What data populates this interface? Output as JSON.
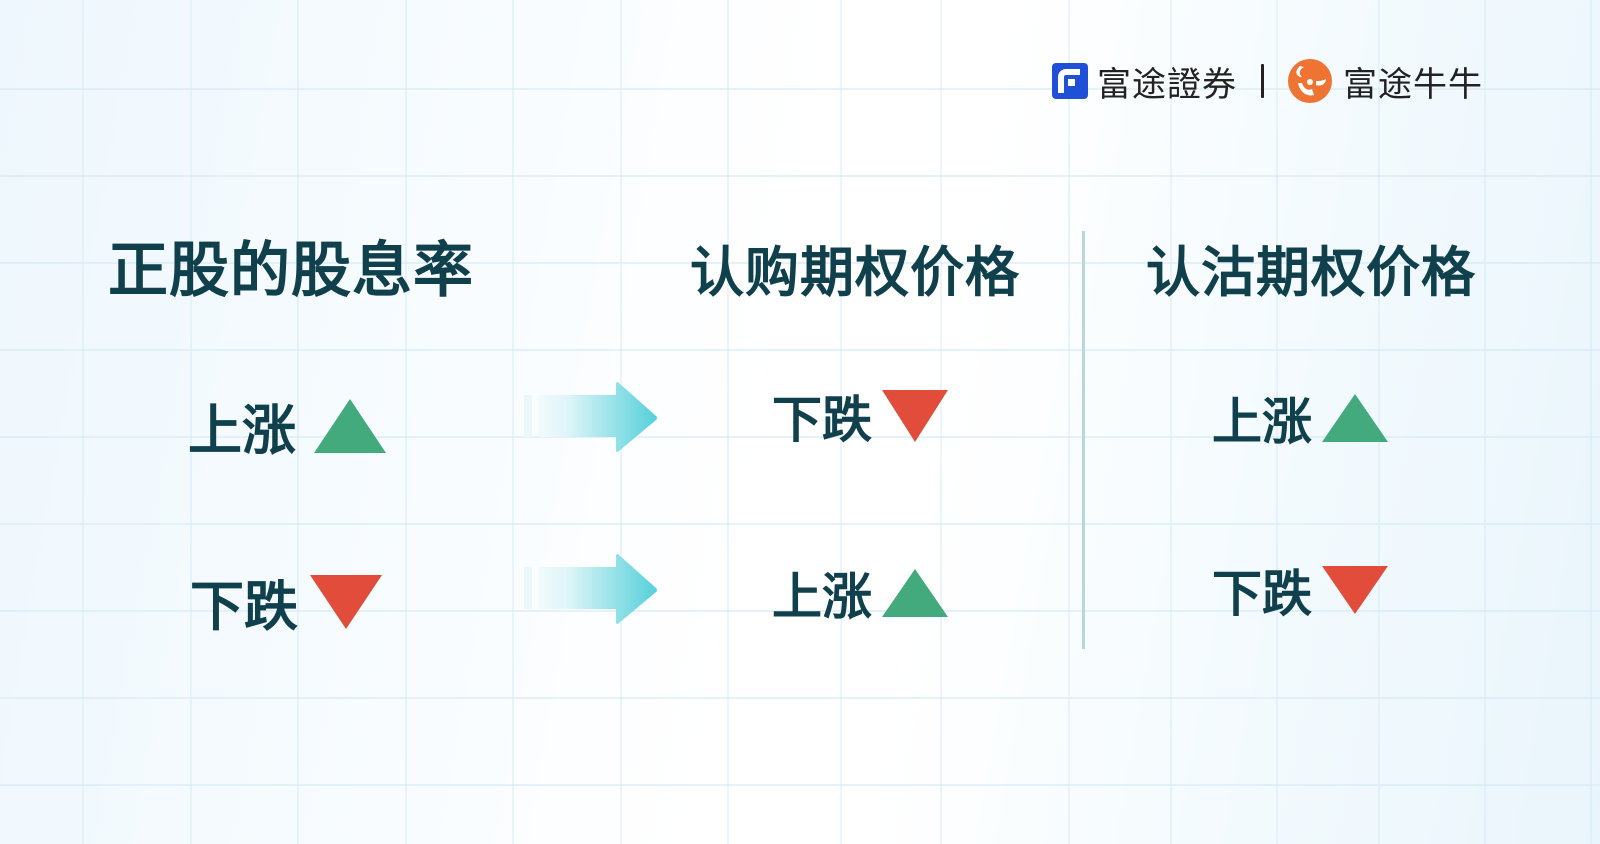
{
  "brand": {
    "left_name": "富途證券",
    "right_name": "富途牛牛",
    "separator": "|",
    "colors": {
      "futu_blue": "#2150d8",
      "niuniu_orange": "#ef7433"
    }
  },
  "headers": {
    "dividend": "正股的股息率",
    "call": "认购期权价格",
    "put": "认沽期权价格"
  },
  "rows": [
    {
      "dividend": {
        "label": "上涨",
        "direction": "up"
      },
      "call": {
        "label": "下跌",
        "direction": "down"
      },
      "put": {
        "label": "上涨",
        "direction": "up"
      }
    },
    {
      "dividend": {
        "label": "下跌",
        "direction": "down"
      },
      "call": {
        "label": "上涨",
        "direction": "up"
      },
      "put": {
        "label": "下跌",
        "direction": "down"
      }
    }
  ],
  "icons": {
    "up": "triangle-up-icon",
    "down": "triangle-down-icon",
    "arrow": "arrow-right-icon"
  },
  "colors": {
    "text": "#11404d",
    "up": "#42aa7d",
    "down": "#e24d3b",
    "arrow_start": "#e6f7f9",
    "arrow_end": "#55d0da",
    "divider": "#bcd4dc"
  }
}
